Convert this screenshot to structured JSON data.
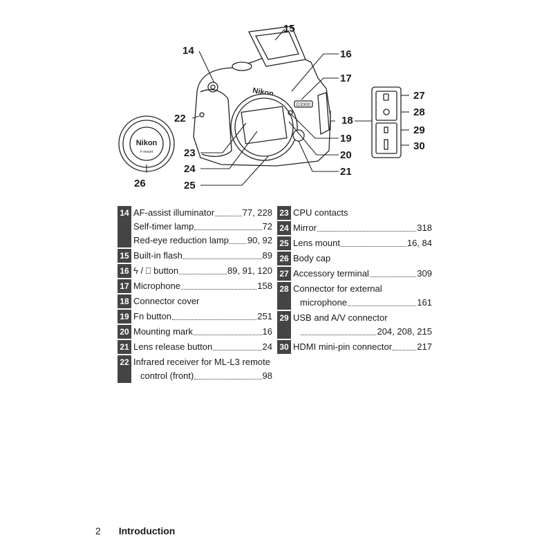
{
  "figure": {
    "callouts": [
      "14",
      "15",
      "16",
      "17",
      "18",
      "19",
      "20",
      "21",
      "22",
      "23",
      "24",
      "25",
      "26",
      "27",
      "28",
      "29",
      "30"
    ],
    "brand_body": "Nikon",
    "model_badge": "D3300",
    "cap_brand": "Nikon",
    "cap_subtext": "F mount"
  },
  "parts": {
    "left": [
      {
        "num": "14",
        "lines": [
          {
            "label": "AF-assist illuminator",
            "page": "77, 228"
          },
          {
            "label": "Self-timer lamp",
            "page": "72"
          },
          {
            "label": "Red-eye reduction lamp",
            "page": "90, 92"
          }
        ]
      },
      {
        "num": "15",
        "lines": [
          {
            "label": "Built-in flash",
            "page": "89"
          }
        ]
      },
      {
        "num": "16",
        "lines": [
          {
            "label": "ϟ / ⎕ button",
            "page": "89, 91, 120"
          }
        ]
      },
      {
        "num": "17",
        "lines": [
          {
            "label": "Microphone",
            "page": "158"
          }
        ]
      },
      {
        "num": "18",
        "lines": [
          {
            "label": "Connector cover",
            "page": ""
          }
        ]
      },
      {
        "num": "19",
        "lines": [
          {
            "label": "Fn button",
            "page": "251"
          }
        ]
      },
      {
        "num": "20",
        "lines": [
          {
            "label": "Mounting mark",
            "page": "16"
          }
        ]
      },
      {
        "num": "21",
        "lines": [
          {
            "label": "Lens release button",
            "page": "24"
          }
        ]
      },
      {
        "num": "22",
        "lines": [
          {
            "label": "Infrared receiver for ML-L3 remote",
            "page": ""
          },
          {
            "label": "control (front)",
            "page": "98",
            "indent": true
          }
        ]
      }
    ],
    "right": [
      {
        "num": "23",
        "lines": [
          {
            "label": "CPU contacts",
            "page": ""
          }
        ]
      },
      {
        "num": "24",
        "lines": [
          {
            "label": "Mirror",
            "page": "318"
          }
        ]
      },
      {
        "num": "25",
        "lines": [
          {
            "label": "Lens mount",
            "page": "16, 84"
          }
        ]
      },
      {
        "num": "26",
        "lines": [
          {
            "label": "Body cap",
            "page": ""
          }
        ]
      },
      {
        "num": "27",
        "lines": [
          {
            "label": "Accessory terminal",
            "page": "309"
          }
        ]
      },
      {
        "num": "28",
        "lines": [
          {
            "label": "Connector for external",
            "page": ""
          },
          {
            "label": "microphone",
            "page": "161",
            "indent": true
          }
        ]
      },
      {
        "num": "29",
        "lines": [
          {
            "label": "USB and A/V connector",
            "page": ""
          },
          {
            "label": "",
            "page": "204, 208, 215",
            "indent": true
          }
        ]
      },
      {
        "num": "30",
        "lines": [
          {
            "label": "HDMI mini-pin connector",
            "page": "217"
          }
        ]
      }
    ]
  },
  "footer": {
    "page_number": "2",
    "section": "Introduction"
  }
}
